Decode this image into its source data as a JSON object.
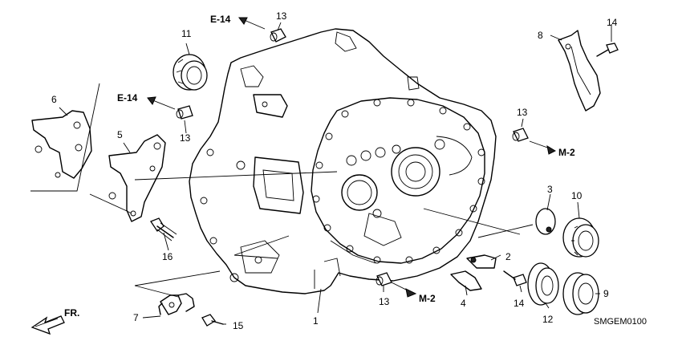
{
  "diagram_code": "SMGEM0100",
  "front_indicator": "FR.",
  "refs": {
    "e14": "E-14",
    "m2": "M-2"
  },
  "callouts": {
    "p1": "1",
    "p2": "2",
    "p3": "3",
    "p4": "4",
    "p5": "5",
    "p6": "6",
    "p7": "7",
    "p8": "8",
    "p9": "9",
    "p10": "10",
    "p11": "11",
    "p12": "12",
    "p13": "13",
    "p14": "14",
    "p15": "15",
    "p16": "16"
  },
  "colors": {
    "line": "#000000",
    "background": "#ffffff"
  }
}
